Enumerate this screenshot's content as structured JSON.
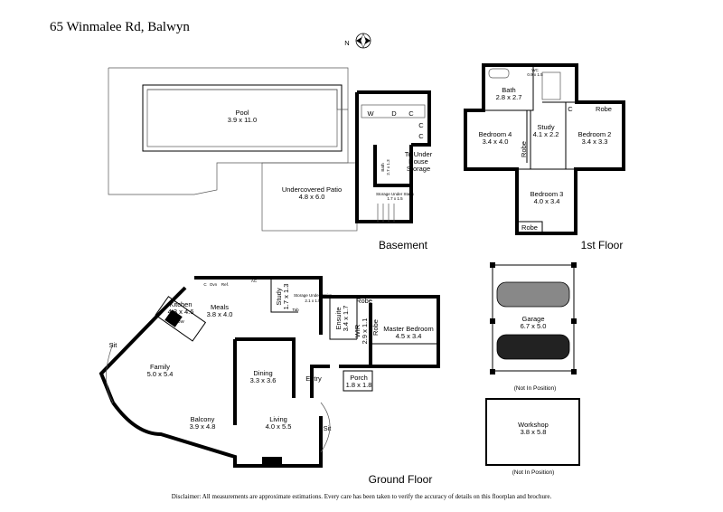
{
  "title": "65 Winmalee Rd, Balwyn",
  "compass": {
    "label": "N"
  },
  "basement": {
    "heading": "Basement",
    "rooms": [
      {
        "name": "Pool",
        "size": "3.9 x 11.0"
      },
      {
        "name": "Undercovered Patio",
        "size": "4.8 x 6.0"
      },
      {
        "name": "Bath",
        "size": "2.7 x 1.3"
      },
      {
        "name": "Storage Under Stairs",
        "size": "1.7 x 1.5"
      }
    ],
    "fixtures": [
      "W",
      "D",
      "C",
      "C",
      "C"
    ],
    "note": [
      "To Under",
      "House",
      "Storage"
    ]
  },
  "first_floor": {
    "heading": "1st Floor",
    "rooms": [
      {
        "name": "Bath",
        "size": "2.8 x 2.7"
      },
      {
        "name": "WC",
        "size": "0.9 x 1.5"
      },
      {
        "name": "Study",
        "size": "4.1 x 2.2"
      },
      {
        "name": "Bedroom 4",
        "size": "3.4 x 4.0"
      },
      {
        "name": "Bedroom 2",
        "size": "3.4 x 3.3"
      },
      {
        "name": "Bedroom 3",
        "size": "4.0 x 3.4"
      }
    ],
    "fixtures": [
      "C",
      "Robe",
      "Robe",
      "Robe"
    ]
  },
  "ground_floor": {
    "heading": "Ground Floor",
    "rooms": [
      {
        "name": "Kitchen",
        "size": "4.3 x 4.6"
      },
      {
        "name": "Meals",
        "size": "3.8 x 4.0"
      },
      {
        "name": "Study",
        "size": "1.7 x 1.3"
      },
      {
        "name": "Storage Under Stairs",
        "size": "2.1 x 1.5"
      },
      {
        "name": "Ensuite",
        "size": "3.4 x 1.7"
      },
      {
        "name": "WIR",
        "size": "2.9 x 1.1"
      },
      {
        "name": "Master Bedroom",
        "size": "4.5 x 3.4"
      },
      {
        "name": "Family",
        "size": "5.0 x 5.4"
      },
      {
        "name": "Dining",
        "size": "3.3 x 3.6"
      },
      {
        "name": "Entry",
        "size": ""
      },
      {
        "name": "Porch",
        "size": "1.8 x 1.8"
      },
      {
        "name": "Balcony",
        "size": "3.9 x 4.8"
      },
      {
        "name": "Living",
        "size": "4.0 x 5.5"
      }
    ],
    "fixtures": [
      "C",
      "Ovn",
      "Ref.",
      "DW",
      "AC",
      "Tab",
      "Robe",
      "Robe",
      "Sit",
      "Sit"
    ]
  },
  "garage": {
    "name": "Garage",
    "size": "6.7 x 5.0",
    "note": "(Not In Position)"
  },
  "workshop": {
    "name": "Workshop",
    "size": "3.8 x 5.8",
    "note": "(Not In Position)"
  },
  "disclaimer": "Disclaimer: All measurements are approximate estimations. Every care has been taken to verify the accuracy of details on this floorplan and brochure."
}
